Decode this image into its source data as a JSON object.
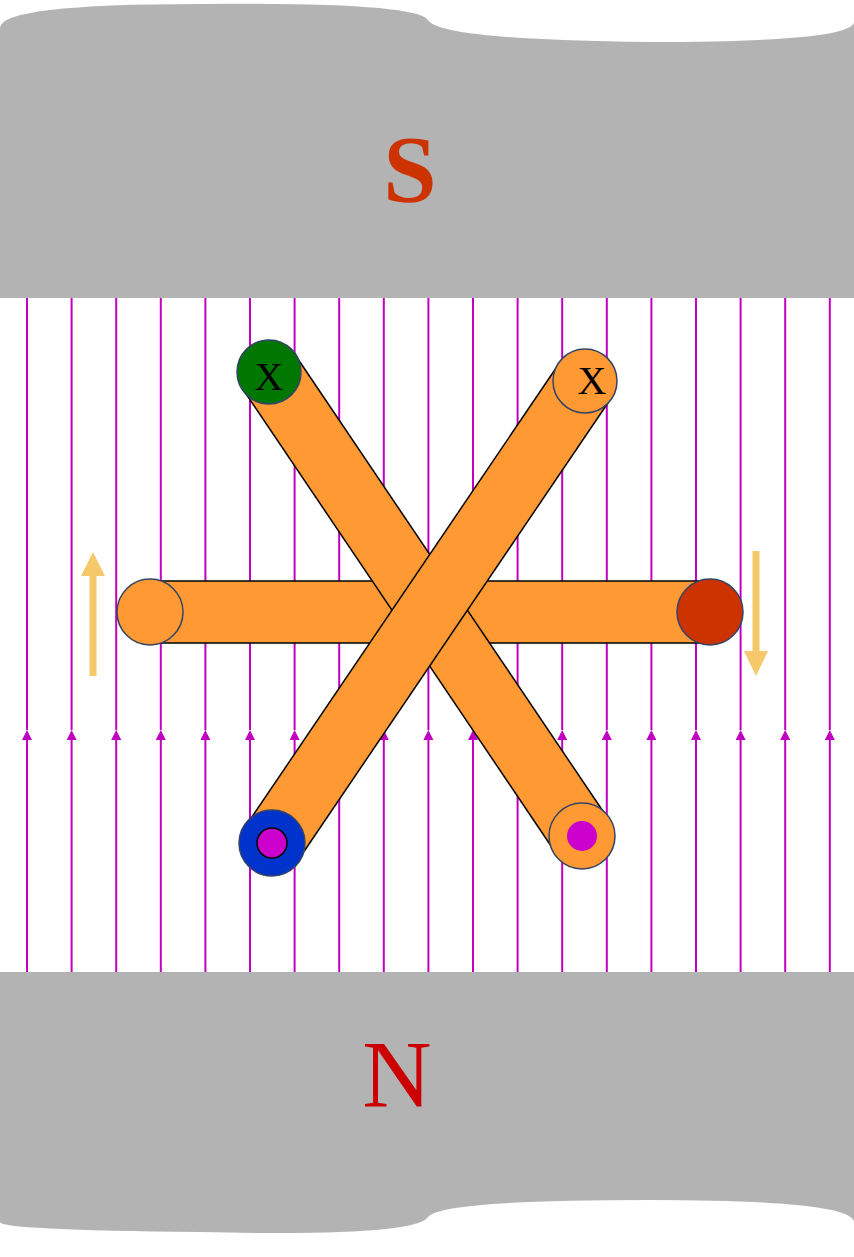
{
  "diagram": {
    "nodes": [
      {
        "text": [
          "S"
        ]
      },
      {
        "text": [
          "X"
        ]
      },
      {
        "text": [
          "X"
        ]
      },
      {
        "text": [
          "N"
        ]
      }
    ]
  }
}
